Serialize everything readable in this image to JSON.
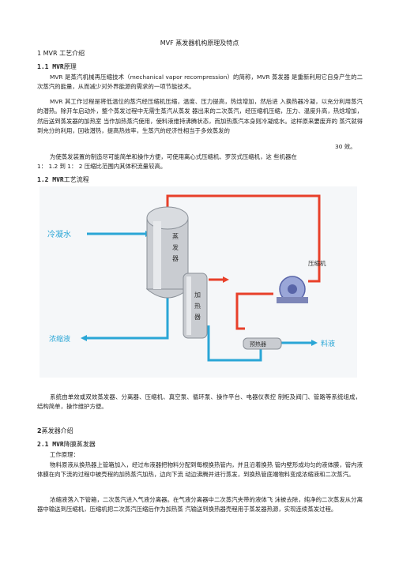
{
  "title": "MVF 蒸发器机构原理及特点",
  "s1": {
    "heading": "1 MVR 工艺介绍"
  },
  "s1_1": {
    "num": "1.1 MVR",
    "text": "原理"
  },
  "p1": "MVR 是蒸汽机械再压缩技术（mechanical vapor recompression）的简称，MVR 蒸发器 是重新利用它自身产生的二次蒸汽的能量，从而减少对外界能源的需求的一项节能技术。",
  "p2": "MVR 其工作过程是将低温位的蒸汽经压缩机压缩，温度、压力提高，热焓增加，然后进 入换热器冷凝，以充分利用蒸汽的潜热。除开车启动外，整个蒸发过程中无需生蒸汽从蒸发 器出来的二次蒸汽，经压缩机压缩，压力、温度升高，热焓增加，然后送到蒸发器的加热室 当作加热蒸汽使用，使料液维持沸腾状态，而加热蒸汽本身则冷凝成水。这样原来要废弃的 蒸汽就得到充分的利用，回收潜热，提高热效率，生蒸汽的经济性相当于多效蒸发的",
  "p2_end": "30 效。",
  "p3a": "为使蒸发装置的制造尽可能简单和操作方便，可使用离心式压缩机、罗茨式压缩机，这 些机器在",
  "p3b": "1：  1.2 到 1：  2 压缩比范围内其体积流量较高。",
  "s1_2": {
    "num": "1.2 MVR",
    "text": "工艺流程"
  },
  "diagram": {
    "label_feed": "冷凝水",
    "label_evaporator": "蒸发器",
    "label_heater": "加热器",
    "label_compressor": "压缩机",
    "label_preheater": "预热器",
    "label_concentrate": "浓缩液",
    "label_product": "料液",
    "colors": {
      "steam": "#e8402a",
      "liquid": "#2aa6d6",
      "vessel": "#c9ccd1",
      "bg": "#f5f7f9"
    }
  },
  "p4": "系统由单效或双效蒸发器、分离器、压缩机、真空泵、循环泵、操作平台、电器仪表控 制柜及阀门、管路等系统组成，结构简单，操作维护方便。",
  "s2": {
    "num": "2",
    "text": "蒸发器介绍"
  },
  "s2_1": {
    "num": "2.1 MVR",
    "text": "降膜蒸发器"
  },
  "p5": "工作原理：",
  "p6": "物料原液从换热器上管箱加入，经过布液器把物料分配到每根换热管内，并且沿着换热 管内壁形成均匀的液体膜，管内液体膜在向下流的过程中被壳程的加热蒸汽加热，边向下流 动边沸腾并进行蒸发，到换热管底端物料变成浓缩液和二次蒸汽。",
  "p7": "浓缩液落入下管箱，二次蒸汽进入气液分离器。在气液分离器中二次蒸汽夹带的液体飞 沫被去除，纯净的二次蒸发从分离器中输送到压缩机，压缩机把二次蒸汽压缩后作为加热蒸 汽输送到换热器壳程用于蒸发器热源，实现连续蒸发过程。"
}
